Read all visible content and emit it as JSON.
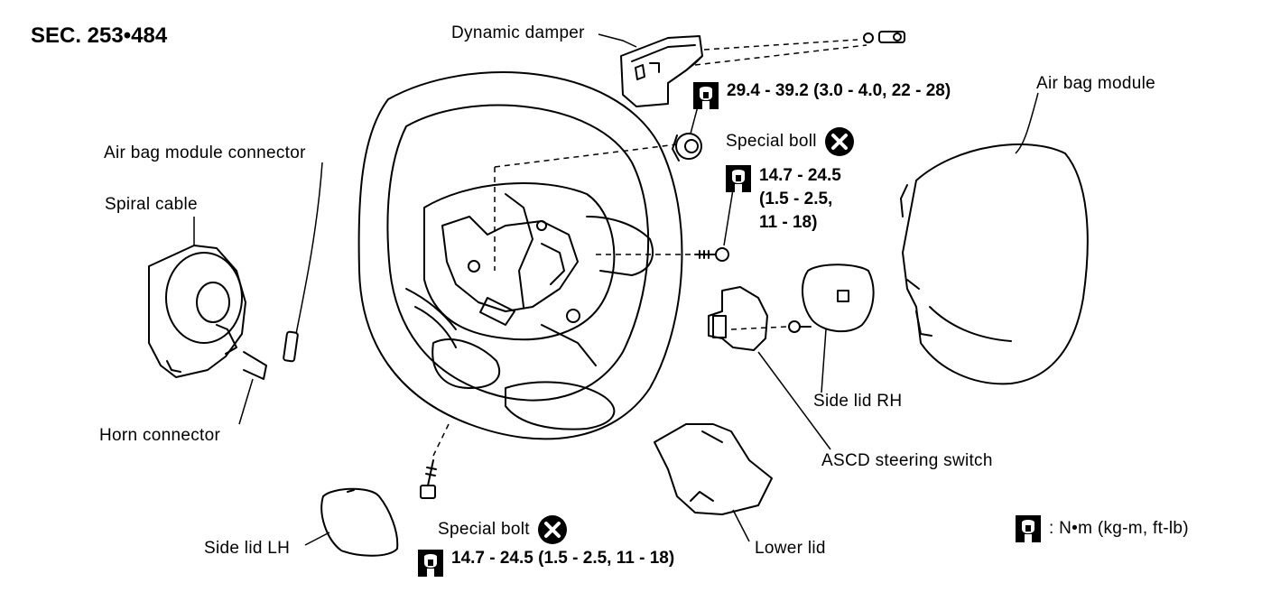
{
  "section": "SEC. 253•484",
  "labels": {
    "dynamic_damper": "Dynamic damper",
    "air_bag_module": "Air bag module",
    "air_bag_module_connector": "Air bag module connector",
    "spiral_cable": "Spiral cable",
    "horn_connector": "Horn connector",
    "special_bolt_top": "Special boll",
    "special_bolt_bottom": "Special bolt",
    "side_lid_rh": "Side lid RH",
    "ascd_steering_switch": "ASCD steering switch",
    "side_lid_lh": "Side lid LH",
    "lower_lid": "Lower lid"
  },
  "torques": {
    "damper_nut": "29.4 - 39.2 (3.0 - 4.0, 22 - 28)",
    "special_bolt_top": [
      "14.7 - 24.5",
      "(1.5 - 2.5,",
      "11 - 18)"
    ],
    "special_bolt_bottom": "14.7 - 24.5 (1.5 - 2.5, 11 - 18)"
  },
  "legend": {
    "units": ": N•m (kg-m, ft-lb)"
  },
  "icons": {
    "torque": "torque-wrench-icon",
    "replace": "do-not-reuse-x-icon"
  }
}
